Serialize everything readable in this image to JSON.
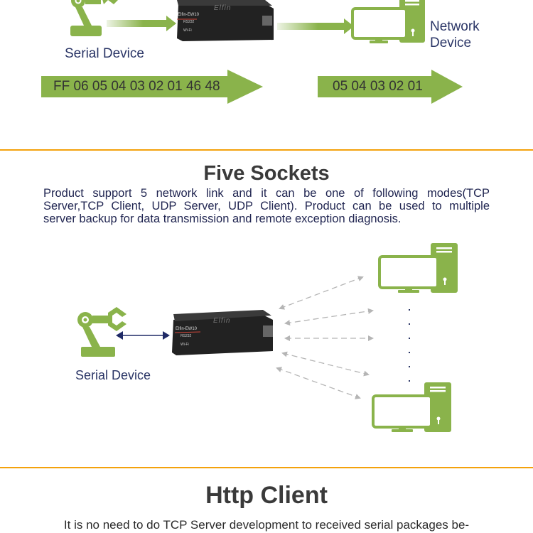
{
  "colors": {
    "accent_green": "#8ab34b",
    "divider_orange": "#f4a20c",
    "label_navy": "#2a3566",
    "title_gray": "#3a3a3a",
    "dashed_gray": "#b5b5b5",
    "device_black": "#2b2b2b"
  },
  "top_diagram": {
    "serial_device_label": "Serial Device",
    "network_device_label_line1": "Network",
    "network_device_label_line2": "Device",
    "device_brand": "Elfin",
    "device_model": "Elfin-EW10",
    "device_port_top": "RS232",
    "device_port_bottom": "Wi-Fi",
    "input_packet": "FF 06 05 04 03 02 01 46 48",
    "output_packet": "05 04 03 02 01",
    "icons": [
      "robot-arm-icon",
      "arrow-right-icon",
      "computer-icon"
    ]
  },
  "five_sockets": {
    "title": "Five Sockets",
    "paragraph_line1": "Product support 5 network link and it can be one of following modes(TCP",
    "paragraph_line2": "Server,TCP Client, UDP Server, UDP Client). Product can be used to multiple",
    "paragraph_line3": "server backup for data transmission and remote exception diagnosis.",
    "serial_device_label": "Serial Device",
    "device_brand": "Elfin",
    "device_model": "Elfin-EW10",
    "device_port_top": "RS232",
    "device_port_bottom": "Wi-Fi",
    "socket_count": 5,
    "icons": [
      "robot-arm-icon",
      "double-arrow-icon",
      "dashed-double-arrow-icon",
      "computer-icon",
      "ellipsis-dots-icon"
    ]
  },
  "http_client": {
    "title": "Http Client",
    "paragraph_line1": "It is no need to do TCP Server development to received serial packages be-"
  }
}
